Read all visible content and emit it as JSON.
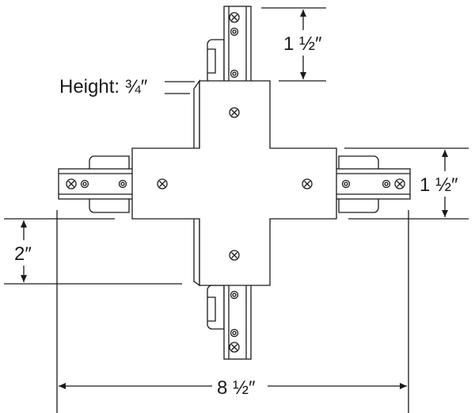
{
  "dimensions": {
    "top_arm_length": "1 ½″",
    "height": "Height: ¾″",
    "right_arm_width": "1 ½″",
    "left_offset": "2″",
    "overall_width": "8 ½″"
  }
}
